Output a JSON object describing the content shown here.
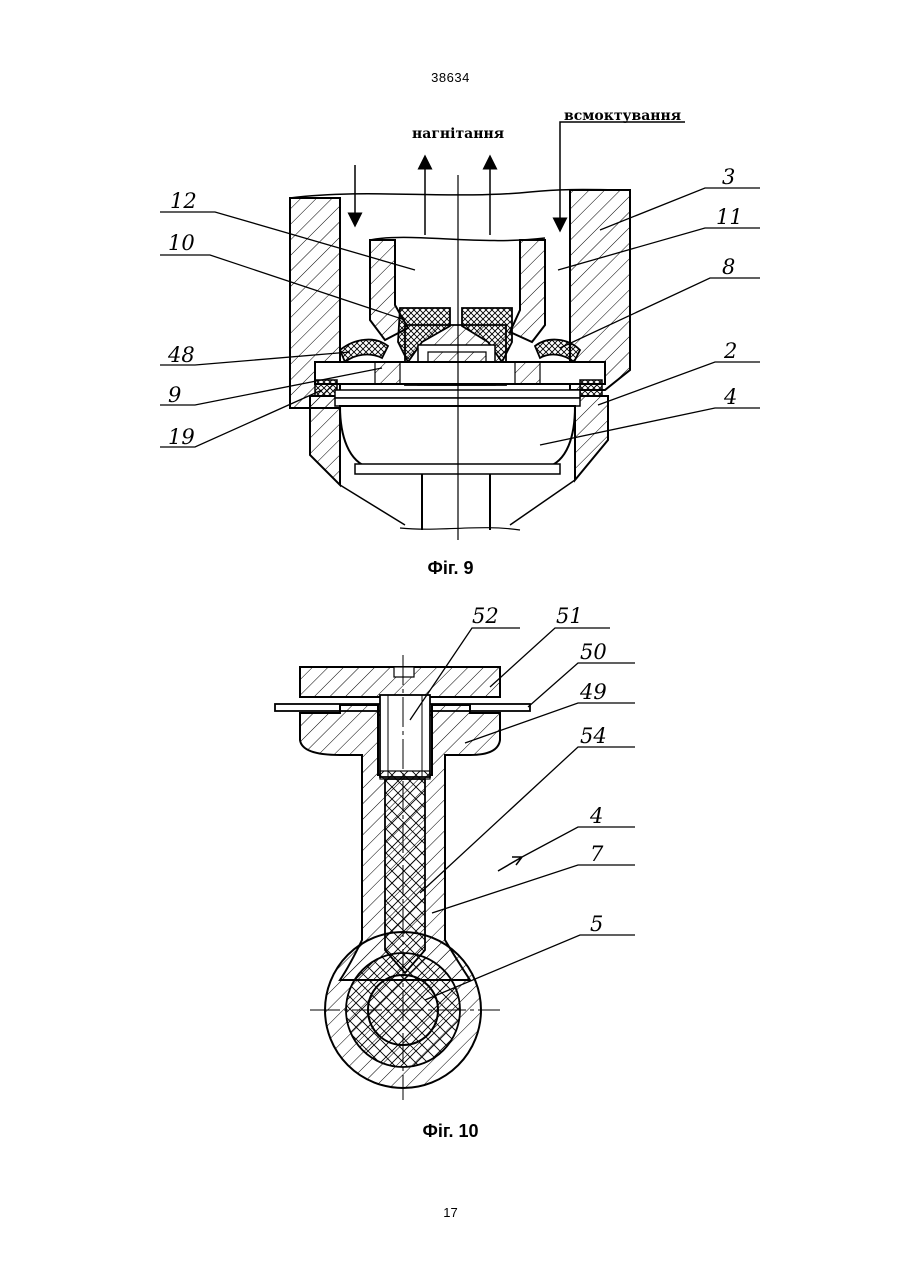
{
  "header": {
    "doc_number": "38634"
  },
  "fig9": {
    "caption": "Фіг. 9",
    "flow_out": "нагнітання",
    "flow_in": "всмоктування",
    "labels": [
      "12",
      "10",
      "48",
      "9",
      "19",
      "3",
      "11",
      "8",
      "2",
      "4"
    ]
  },
  "fig10": {
    "caption": "Фіг. 10",
    "labels": [
      "52",
      "51",
      "50",
      "49",
      "54",
      "4",
      "7",
      "5"
    ]
  },
  "footer": {
    "page_number": "17"
  }
}
